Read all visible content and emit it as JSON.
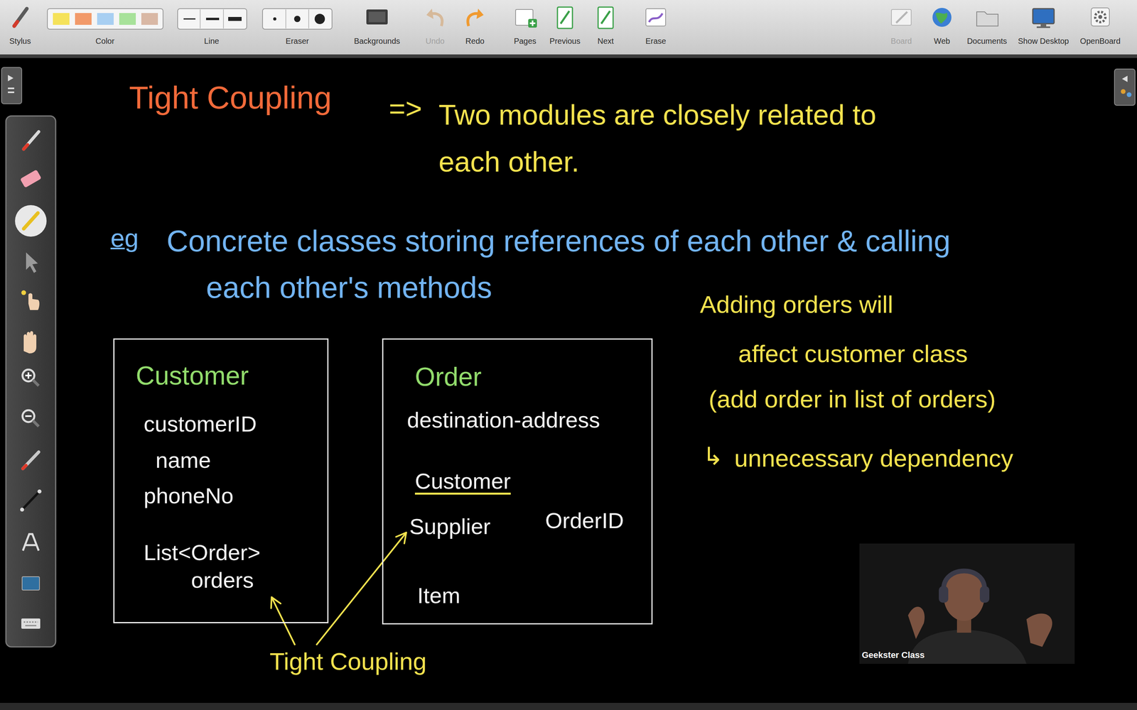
{
  "diagram": {
    "nodes": [
      {
        "text": [
          "Customer",
          "customerID",
          "name",
          "phoneNo",
          "List<Order> orders"
        ]
      },
      {
        "text": [
          "Order",
          "destination-address",
          "Customer",
          "Supplier",
          "OrderID",
          "Item"
        ]
      },
      {
        "text": [
          "Geekster Class"
        ]
      }
    ],
    "labels": [
      "Stylus",
      "Color",
      "Line",
      "Eraser",
      "Backgrounds",
      "Undo",
      "Redo",
      "Pages",
      "Previous",
      "Next",
      "Erase",
      "Board",
      "Web",
      "Documents",
      "Show Desktop",
      "OpenBoard",
      "Tight Coupling",
      "=>",
      "Two modules are closely related to each other.",
      "eg",
      "Concrete classes storing references of each other & calling each other's methods",
      "Adding orders will",
      "affect customer class",
      "(add order in list of orders)",
      "↳",
      "unnecessary dependency",
      "Tight Coupling"
    ]
  }
}
